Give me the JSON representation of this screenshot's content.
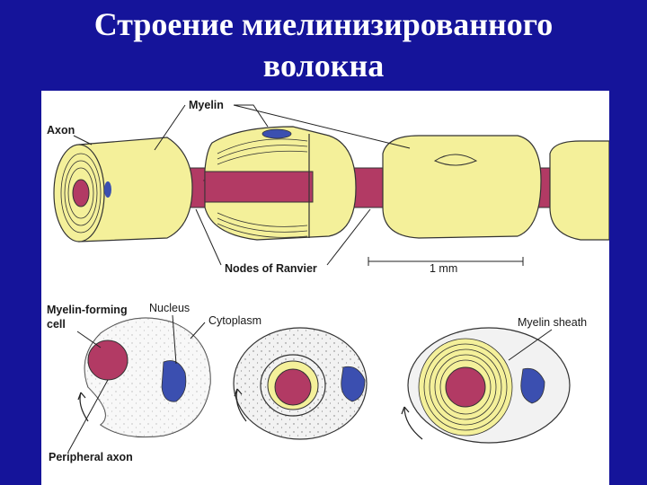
{
  "title": {
    "line1": "Строение миелинизированного",
    "line2": "волокна"
  },
  "labels": {
    "myelin": "Myelin",
    "axon": "Axon",
    "nodes_of_ranvier": "Nodes of Ranvier",
    "scale": "1 mm",
    "myelin_forming_cell_1": "Myelin-forming",
    "myelin_forming_cell_2": "cell",
    "nucleus": "Nucleus",
    "cytoplasm": "Cytoplasm",
    "myelin_sheath": "Myelin sheath",
    "peripheral_axon": "Peripheral axon"
  },
  "colors": {
    "background": "#15149a",
    "myelin": "#f4f09a",
    "axon": "#b23a64",
    "nucleus": "#3b4fb0",
    "cytoplasm": "#f2f2f2"
  }
}
